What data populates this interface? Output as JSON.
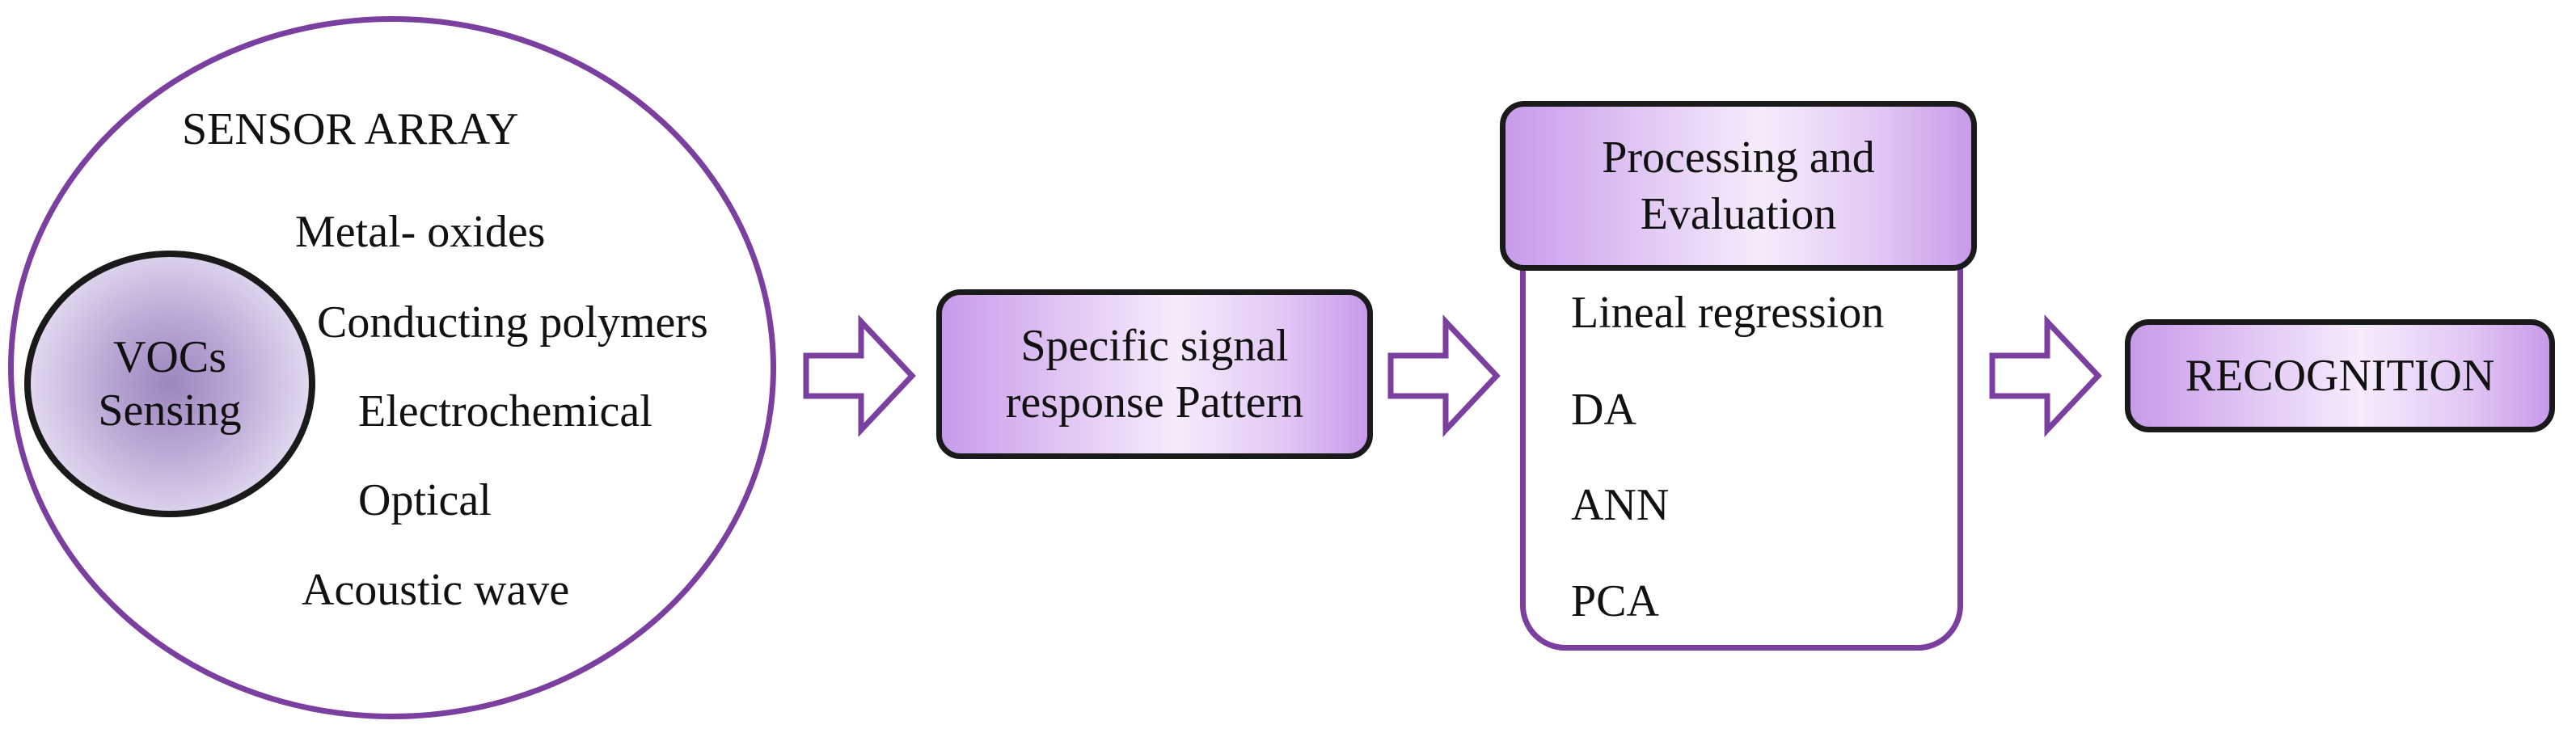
{
  "sensor_array": {
    "title": "SENSOR ARRAY",
    "items": [
      "Metal- oxides",
      "Conducting polymers",
      "Electrochemical",
      "Optical",
      "Acoustic wave"
    ]
  },
  "vocs": {
    "line1": "VOCs",
    "line2": "Sensing"
  },
  "signal": {
    "line1": "Specific signal",
    "line2": "response Pattern"
  },
  "processing": {
    "line1": "Processing and",
    "line2": "Evaluation",
    "methods": [
      "Lineal regression",
      "DA",
      "ANN",
      "PCA"
    ]
  },
  "recognition": {
    "label": "RECOGNITION"
  },
  "colors": {
    "accent": "#7b3fa0",
    "box_fill": "#e2c8f4",
    "outline": "#1a1a1a"
  }
}
